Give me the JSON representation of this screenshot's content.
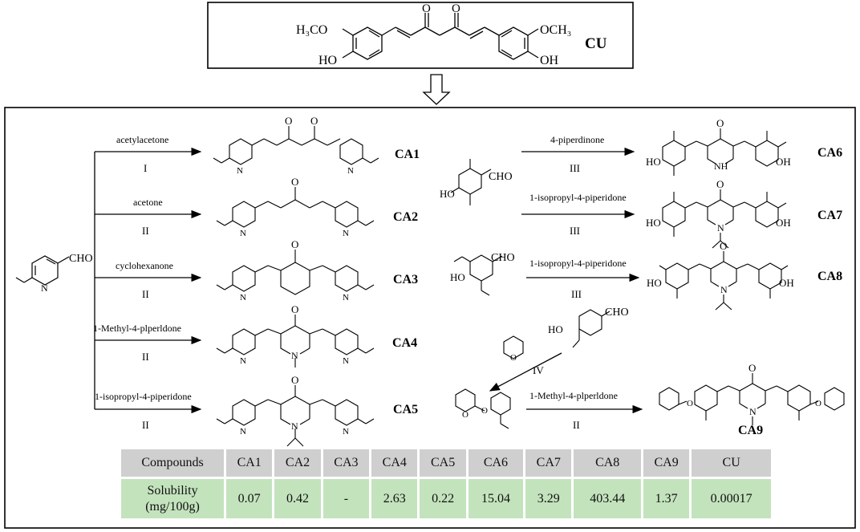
{
  "curcumin": {
    "label": "CU",
    "left_group": "H₃CO",
    "right_group": "OCH₃",
    "left_oh": "HO",
    "right_oh": "OH",
    "o1": "O",
    "o2": "O"
  },
  "start_aldehyde": {
    "cho": "CHO",
    "n": "N",
    "o": "O"
  },
  "left_reactions": [
    {
      "reagent": "acetylacetone",
      "condition": "I",
      "product": "CA1"
    },
    {
      "reagent": "acetone",
      "condition": "II",
      "product": "CA2"
    },
    {
      "reagent": "cyclohexanone",
      "condition": "II",
      "product": "CA3"
    },
    {
      "reagent": "1-Methyl-4-plperldone",
      "condition": "II",
      "product": "CA4"
    },
    {
      "reagent": "1-isopropyl-4-piperidone",
      "condition": "II",
      "product": "CA5"
    }
  ],
  "right_reactions": [
    {
      "reagent": "4-piperdinone",
      "condition": "III",
      "product": "CA6"
    },
    {
      "reagent": "1-isopropyl-4-piperidone",
      "condition": "III",
      "product": "CA7"
    },
    {
      "reagent": "1-isopropyl-4-piperidone",
      "condition": "III",
      "product": "CA8"
    },
    {
      "reagent": "1-Methyl-4-plperldone",
      "condition": "II",
      "product": "CA9"
    }
  ],
  "protection_condition": "IV",
  "atoms": {
    "o": "O",
    "n": "N",
    "nh": "NH",
    "h": "H",
    "ho": "HO",
    "oh": "OH",
    "cho": "CHO"
  },
  "table": {
    "header": [
      "Compounds",
      "CA1",
      "CA2",
      "CA3",
      "CA4",
      "CA5",
      "CA6",
      "CA7",
      "CA8",
      "CA9",
      "CU"
    ],
    "row_label_line1": "Solubility",
    "row_label_line2": "(mg/100g)",
    "values": [
      "0.07",
      "0.42",
      "-",
      "2.63",
      "0.22",
      "15.04",
      "3.29",
      "403.44",
      "1.37",
      "0.00017"
    ]
  }
}
